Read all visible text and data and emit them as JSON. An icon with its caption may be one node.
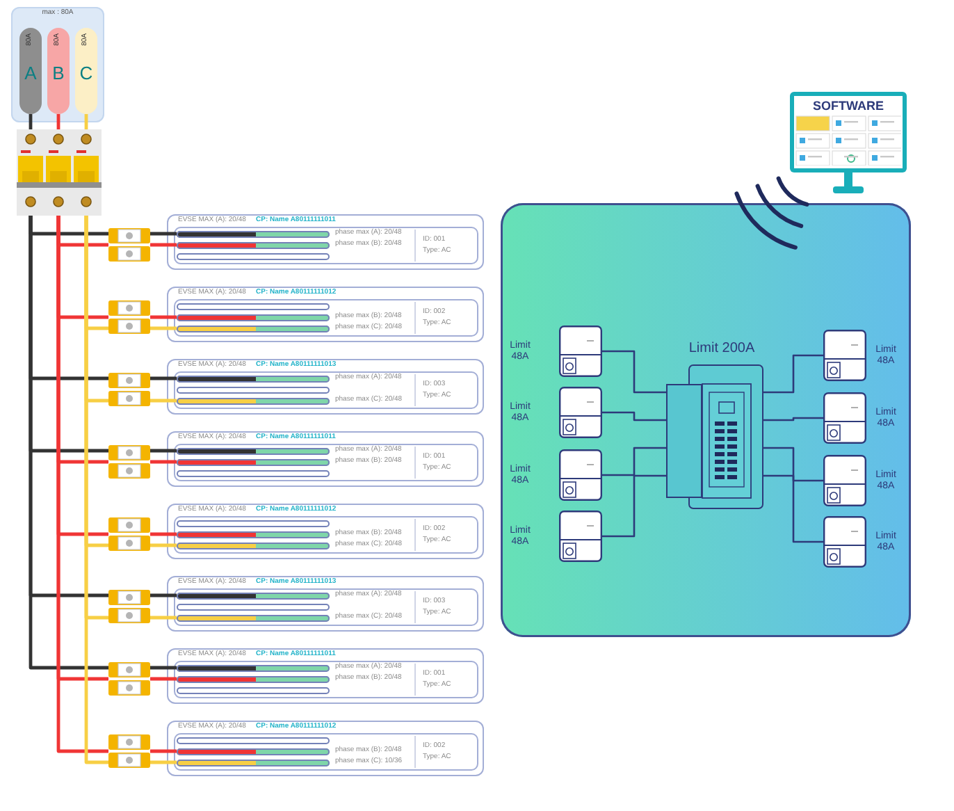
{
  "diagram": {
    "nodes": [
      {
        "text": [
          "max : 80A"
        ]
      },
      {
        "text": [
          "80A",
          "A"
        ],
        "in": 0
      },
      {
        "text": [
          "80A",
          "B"
        ],
        "in": 0
      },
      {
        "text": [
          "80A",
          "C"
        ],
        "in": 0
      },
      {
        "text": [],
        "shape": "picture"
      },
      {
        "text": [],
        "shape": "picture"
      },
      {
        "text": [
          "EVSE MAX (A): 20/48",
          "CP: Name A80111111011"
        ]
      },
      {
        "text": [
          "ID: 001",
          "Type: AC"
        ],
        "in": 6
      },
      {
        "text": [],
        "shape": "bar",
        "in": 7,
        "beside": [
          "phase max (A): 20/48"
        ]
      },
      {
        "text": [],
        "shape": "bar",
        "in": 7,
        "beside": [
          "phase max (B): 20/48"
        ]
      },
      {
        "text": [],
        "shape": "bar",
        "in": 7
      },
      {
        "text": [],
        "shape": "picture"
      },
      {
        "text": [
          "EVSE MAX (A): 20/48",
          "CP: Name A80111111012"
        ]
      },
      {
        "text": [
          "ID: 002",
          "Type: AC"
        ],
        "in": 12
      },
      {
        "text": [],
        "shape": "bar",
        "in": 13
      },
      {
        "text": [],
        "shape": "bar",
        "in": 13,
        "beside": [
          "phase max (B): 20/48"
        ]
      },
      {
        "text": [],
        "shape": "bar",
        "in": 13,
        "beside": [
          "phase max (C): 20/48"
        ]
      },
      {
        "text": [],
        "shape": "picture"
      },
      {
        "text": [
          "EVSE MAX (A): 20/48",
          "CP: Name A80111111013"
        ]
      },
      {
        "text": [
          "ID: 003",
          "Type: AC"
        ],
        "in": 18
      },
      {
        "text": [],
        "shape": "bar",
        "in": 19,
        "beside": [
          "phase max (A): 20/48"
        ]
      },
      {
        "text": [],
        "shape": "bar",
        "in": 19
      },
      {
        "text": [],
        "shape": "bar",
        "in": 19,
        "beside": [
          "phase max (C): 20/48"
        ]
      },
      {
        "text": [],
        "shape": "picture"
      },
      {
        "text": [
          "EVSE MAX (A): 20/48",
          "CP: Name A80111111011"
        ]
      },
      {
        "text": [
          "ID: 001",
          "Type: AC"
        ],
        "in": 24
      },
      {
        "text": [],
        "shape": "bar",
        "in": 25,
        "beside": [
          "phase max (A): 20/48"
        ]
      },
      {
        "text": [],
        "shape": "bar",
        "in": 25,
        "beside": [
          "phase max (B): 20/48"
        ]
      },
      {
        "text": [],
        "shape": "bar",
        "in": 25
      },
      {
        "text": [],
        "shape": "picture"
      },
      {
        "text": [
          "EVSE MAX (A): 20/48",
          "CP: Name A80111111012"
        ]
      },
      {
        "text": [
          "ID: 002",
          "Type: AC"
        ],
        "in": 30
      },
      {
        "text": [],
        "shape": "bar",
        "in": 31
      },
      {
        "text": [],
        "shape": "bar",
        "in": 31,
        "beside": [
          "phase max (B): 20/48"
        ]
      },
      {
        "text": [],
        "shape": "bar",
        "in": 31,
        "beside": [
          "phase max (C): 20/48"
        ]
      },
      {
        "text": [],
        "shape": "picture"
      },
      {
        "text": [
          "EVSE MAX (A): 20/48",
          "CP: Name A80111111013"
        ]
      },
      {
        "text": [
          "ID: 003",
          "Type: AC"
        ],
        "in": 36
      },
      {
        "text": [],
        "shape": "bar",
        "in": 37,
        "beside": [
          "phase max (A): 20/48"
        ]
      },
      {
        "text": [],
        "shape": "bar",
        "in": 37
      },
      {
        "text": [],
        "shape": "bar",
        "in": 37,
        "beside": [
          "phase max (C): 20/48"
        ]
      },
      {
        "text": [],
        "shape": "picture"
      },
      {
        "text": [
          "EVSE MAX (A): 20/48",
          "CP: Name A80111111011"
        ]
      },
      {
        "text": [
          "ID: 001",
          "Type: AC"
        ],
        "in": 42
      },
      {
        "text": [],
        "shape": "bar",
        "in": 43,
        "beside": [
          "phase max (A): 20/48"
        ]
      },
      {
        "text": [],
        "shape": "bar",
        "in": 43,
        "beside": [
          "phase max (B): 20/48"
        ]
      },
      {
        "text": [],
        "shape": "bar",
        "in": 43
      },
      {
        "text": [],
        "shape": "picture"
      },
      {
        "text": [
          "EVSE MAX (A): 20/48",
          "CP: Name A80111111012"
        ]
      },
      {
        "text": [
          "ID: 002",
          "Type: AC"
        ],
        "in": 48
      },
      {
        "text": [],
        "shape": "bar",
        "in": 49
      },
      {
        "text": [],
        "shape": "bar",
        "in": 49,
        "beside": [
          "phase max (B): 20/48"
        ]
      },
      {
        "text": [],
        "shape": "bar",
        "in": 49,
        "beside": [
          "phase max (C): 10/36"
        ]
      },
      {
        "text": [
          "SOFTWARE"
        ]
      },
      {
        "text": [],
        "shape": "box"
      },
      {
        "text": [],
        "shape": "picture",
        "in": 54,
        "beside": [
          "Limit 48A"
        ]
      },
      {
        "text": [],
        "shape": "picture",
        "in": 54,
        "beside": [
          "Limit 48A"
        ]
      },
      {
        "text": [],
        "shape": "picture",
        "in": 54,
        "beside": [
          "Limit 48A"
        ]
      },
      {
        "text": [],
        "shape": "picture",
        "in": 54,
        "beside": [
          "Limit 48A"
        ]
      },
      {
        "text": [],
        "shape": "picture",
        "in": 54,
        "beside": [
          "Limit 200A"
        ]
      },
      {
        "text": [],
        "shape": "picture",
        "in": 54,
        "beside": [
          "Limit 48A"
        ]
      },
      {
        "text": [],
        "shape": "picture",
        "in": 54,
        "beside": [
          "Limit 48A"
        ]
      },
      {
        "text": [],
        "shape": "picture",
        "in": 54,
        "beside": [
          "Limit 48A"
        ]
      },
      {
        "text": [],
        "shape": "picture",
        "in": 54,
        "beside": [
          "Limit 48A"
        ]
      }
    ],
    "edges": [
      {
        "from": 1,
        "to": 4,
        "arrow": "none",
        "color": "#333333"
      },
      {
        "from": 2,
        "to": 4,
        "arrow": "none",
        "color": "#f03535"
      },
      {
        "from": 3,
        "to": 4,
        "arrow": "none",
        "color": "#f7cf45"
      },
      {
        "from": 4,
        "to": 5,
        "arrow": "none",
        "color": "#333333"
      },
      {
        "from": 4,
        "to": 5,
        "arrow": "none",
        "color": "#f03535"
      },
      {
        "from": 5,
        "to": 8,
        "arrow": "none",
        "color": "#333333"
      },
      {
        "from": 5,
        "to": 9,
        "arrow": "none",
        "color": "#f03535"
      },
      {
        "from": 4,
        "to": 11,
        "arrow": "none",
        "color": "#f03535"
      },
      {
        "from": 4,
        "to": 11,
        "arrow": "none",
        "color": "#f7cf45"
      },
      {
        "from": 11,
        "to": 15,
        "arrow": "none",
        "color": "#f03535"
      },
      {
        "from": 11,
        "to": 16,
        "arrow": "none",
        "color": "#f7cf45"
      },
      {
        "from": 4,
        "to": 17,
        "arrow": "none",
        "color": "#333333"
      },
      {
        "from": 4,
        "to": 17,
        "arrow": "none",
        "color": "#f7cf45"
      },
      {
        "from": 17,
        "to": 20,
        "arrow": "none",
        "color": "#333333"
      },
      {
        "from": 17,
        "to": 22,
        "arrow": "none",
        "color": "#f7cf45"
      },
      {
        "from": 4,
        "to": 23,
        "arrow": "none",
        "color": "#333333"
      },
      {
        "from": 4,
        "to": 23,
        "arrow": "none",
        "color": "#f03535"
      },
      {
        "from": 23,
        "to": 26,
        "arrow": "none",
        "color": "#333333"
      },
      {
        "from": 23,
        "to": 27,
        "arrow": "none",
        "color": "#f03535"
      },
      {
        "from": 4,
        "to": 29,
        "arrow": "none",
        "color": "#f03535"
      },
      {
        "from": 4,
        "to": 29,
        "arrow": "none",
        "color": "#f7cf45"
      },
      {
        "from": 29,
        "to": 33,
        "arrow": "none",
        "color": "#f03535"
      },
      {
        "from": 29,
        "to": 34,
        "arrow": "none",
        "color": "#f7cf45"
      },
      {
        "from": 4,
        "to": 35,
        "arrow": "none",
        "color": "#333333"
      },
      {
        "from": 4,
        "to": 35,
        "arrow": "none",
        "color": "#f7cf45"
      },
      {
        "from": 35,
        "to": 38,
        "arrow": "none",
        "color": "#333333"
      },
      {
        "from": 35,
        "to": 40,
        "arrow": "none",
        "color": "#f7cf45"
      },
      {
        "from": 4,
        "to": 41,
        "arrow": "none",
        "color": "#333333"
      },
      {
        "from": 4,
        "to": 41,
        "arrow": "none",
        "color": "#f03535"
      },
      {
        "from": 41,
        "to": 44,
        "arrow": "none",
        "color": "#333333"
      },
      {
        "from": 41,
        "to": 45,
        "arrow": "none",
        "color": "#f03535"
      },
      {
        "from": 4,
        "to": 47,
        "arrow": "none",
        "color": "#f03535"
      },
      {
        "from": 4,
        "to": 47,
        "arrow": "none",
        "color": "#f7cf45"
      },
      {
        "from": 47,
        "to": 51,
        "arrow": "none",
        "color": "#f03535"
      },
      {
        "from": 47,
        "to": 52,
        "arrow": "none",
        "color": "#f7cf45"
      },
      {
        "from": 55,
        "to": 59,
        "arrow": "none",
        "color": "#2d3a7a"
      },
      {
        "from": 56,
        "to": 59,
        "arrow": "none",
        "color": "#2d3a7a"
      },
      {
        "from": 57,
        "to": 59,
        "arrow": "none",
        "color": "#2d3a7a"
      },
      {
        "from": 58,
        "to": 59,
        "arrow": "none",
        "color": "#2d3a7a"
      },
      {
        "from": 60,
        "to": 59,
        "arrow": "none",
        "color": "#2d3a7a"
      },
      {
        "from": 61,
        "to": 59,
        "arrow": "none",
        "color": "#2d3a7a"
      },
      {
        "from": 62,
        "to": 59,
        "arrow": "none",
        "color": "#2d3a7a"
      },
      {
        "from": 63,
        "to": 59,
        "arrow": "none",
        "color": "#2d3a7a"
      }
    ]
  }
}
